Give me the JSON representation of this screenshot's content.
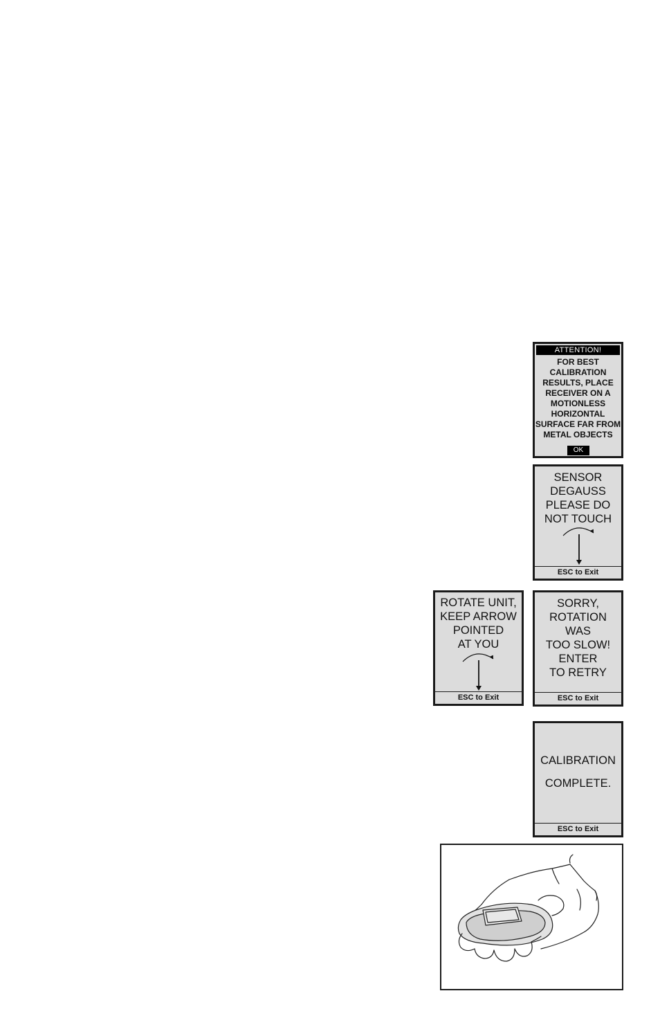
{
  "attention": {
    "title": "ATTENTION!",
    "lines": [
      "FOR BEST",
      "CALIBRATION",
      "RESULTS, PLACE",
      "RECEIVER ON A",
      "MOTIONLESS",
      "HORIZONTAL",
      "SURFACE FAR FROM",
      "METAL OBJECTS"
    ],
    "ok_label": "OK"
  },
  "degauss": {
    "lines": [
      "SENSOR",
      "DEGAUSS",
      "PLEASE DO",
      "NOT TOUCH"
    ],
    "footer": "ESC to Exit"
  },
  "rotate": {
    "lines": [
      "ROTATE UNIT,",
      "KEEP ARROW",
      "POINTED",
      "AT YOU"
    ],
    "footer": "ESC to Exit"
  },
  "sorry": {
    "lines": [
      "SORRY,",
      "ROTATION",
      "WAS",
      "TOO SLOW!",
      "ENTER",
      "TO RETRY"
    ],
    "footer": "ESC to Exit"
  },
  "complete": {
    "line1": "CALIBRATION",
    "line2": "COMPLETE.",
    "footer": "ESC to Exit"
  }
}
